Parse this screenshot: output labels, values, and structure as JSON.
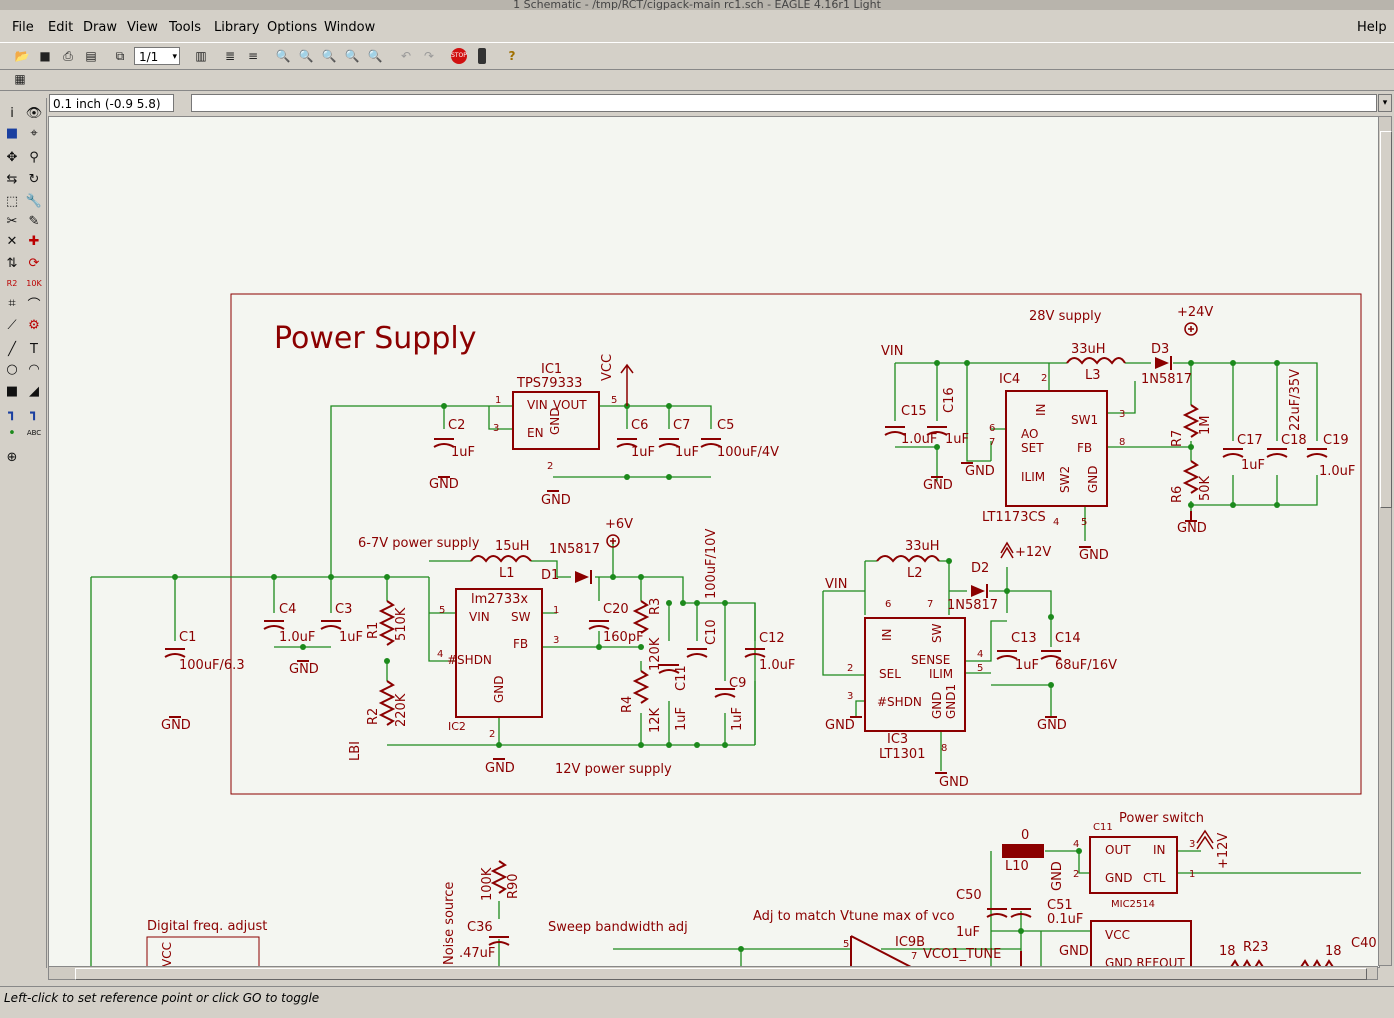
{
  "window": {
    "title": "1 Schematic - /tmp/RCT/cigpack-main rc1.sch - EAGLE 4.16r1 Light"
  },
  "menu": {
    "items": [
      "File",
      "Edit",
      "Draw",
      "View",
      "Tools",
      "Library",
      "Options",
      "Window"
    ],
    "help": "Help"
  },
  "toolbar": {
    "sheet": "1/1"
  },
  "command": {
    "coordinate": "0.1 inch (-0.9 5.8)",
    "value": ""
  },
  "status": {
    "text": "Left-click to set reference point or click GO to toggle"
  },
  "colors": {
    "wire": "#1c8a1c",
    "part": "#8b0000",
    "frame": "#8b0000",
    "canvas": "#f4f6f1"
  },
  "schematic": {
    "frame_title": "Power Supply",
    "labels": {
      "ic1_name": "IC1",
      "ic1_val": "TPS79333",
      "ic1_vin": "VIN",
      "ic1_vout": "VOUT",
      "ic1_en": "EN",
      "ic1_gnd": "GND",
      "vcc": "VCC",
      "c2": "C2",
      "c2v": "1uF",
      "c6": "C6",
      "c6v": "1uF",
      "c7": "C7",
      "c7v": "1uF",
      "c5": "C5",
      "c5v": "100uF/4V",
      "gnd": "GND",
      "vin": "VIN",
      "s28": "28V supply",
      "v24": "+24V",
      "c15": "C15",
      "c15v": "1.0uF",
      "c16": "C16",
      "c16v": "1uF",
      "ic4": "IC4",
      "ic4_val": "LT1173CS",
      "ao": "AO",
      "set": "SET",
      "ilim": "ILIM",
      "sw1": "SW1",
      "fb": "FB",
      "sw2": "SW2",
      "l3": "L3",
      "l3v": "33uH",
      "d3": "D3",
      "d3v": "1N5817",
      "r7": "R7",
      "r7v": "1M",
      "r6": "R6",
      "r6v": "50K",
      "c17": "C17",
      "c17v": "1uF",
      "c18": "C18",
      "c18v": "22uF/35V",
      "c19": "C19",
      "c19v": "1.0uF",
      "s67": "6-7V power supply",
      "v6": "+6V",
      "l1": "L1",
      "l1v": "15uH",
      "d1": "D1",
      "d1v": "1N5817",
      "ic2": "IC2",
      "ic2_val": "lm2733x",
      "sw": "SW",
      "shdn": "#SHDN",
      "c4": "C4",
      "c4v": "1.0uF",
      "c3": "C3",
      "c3v": "1uF",
      "c1": "C1",
      "c1v": "100uF/6.3",
      "r1": "R1",
      "r1v": "510K",
      "r2": "R2",
      "r2v": "220K",
      "lbi": "LBI",
      "c20": "C20",
      "c20v": "160pF",
      "r3": "R3",
      "r3v": "120K",
      "r4": "R4",
      "r4v": "12K",
      "c10": "C10",
      "c10v": "100uF/10V",
      "c11": "C11",
      "c11v": "1uF",
      "c9": "C9",
      "c9v": "1uF",
      "c12": "C12",
      "c12v": "1.0uF",
      "s12": "12V power supply",
      "v12": "+12V",
      "l2": "L2",
      "l2v": "33uH",
      "d2": "D2",
      "d2v": "1N5817",
      "ic3": "IC3",
      "ic3_val": "LT1301",
      "in": "IN",
      "sel": "SEL",
      "sense": "SENSE",
      "gnd1": "GND1",
      "c13": "C13",
      "c13v": "1uF",
      "c14": "C14",
      "c14v": "68uF/16V",
      "pswitch": "Power switch",
      "c11b": "C11",
      "l10": "L10",
      "l10v": "0",
      "out": "OUT",
      "ctl": "CTL",
      "mic": "MIC2514",
      "c50": "C50",
      "c51": "C51",
      "c51v": "0.1uF",
      "digital": "Digital freq. adjust",
      "noise": "Noise source",
      "r90": "R90",
      "r90v": "100K",
      "c36": "C36",
      "c36v": ".47uF",
      "sweep": "Sweep bandwidth adj",
      "adj": "Adj to match Vtune max of vco",
      "ic9b": "IC9B",
      "vco1": "VCO1_TUNE",
      "c50v": "1uF",
      "vcc2": "VCC",
      "gndref": "GND REFOUT",
      "r23": "R23",
      "r23v": "18",
      "r18v": "18",
      "c40": "C40",
      "n7": "7",
      "n5": "5"
    }
  }
}
